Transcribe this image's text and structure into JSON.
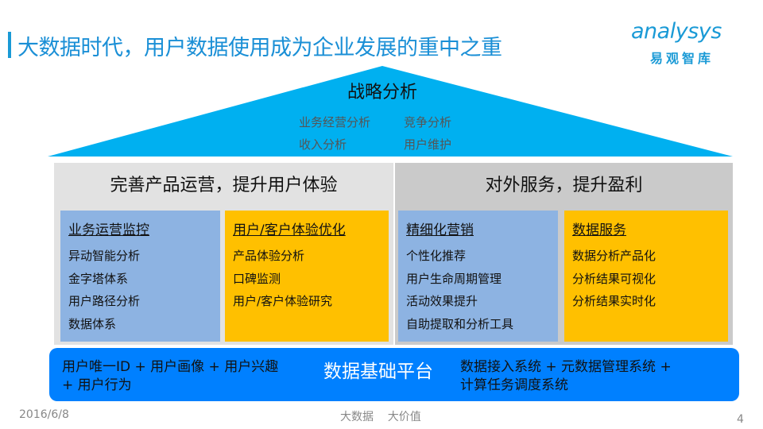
{
  "title": "大数据时代，用户数据使用成为企业发展的重中之重",
  "logo": {
    "en": "analysys",
    "cn": "易观智库"
  },
  "strategy": {
    "title": "战略分析",
    "items": [
      "业务经营分析",
      "竞争分析",
      "收入分析",
      "用户维护"
    ]
  },
  "left_panel": {
    "title": "完善产品运营，提升用户体验",
    "boxes": [
      {
        "title": "业务运营监控",
        "items": [
          "异动智能分析",
          "金字塔体系",
          "用户路径分析",
          "数据体系"
        ]
      },
      {
        "title": "用户/客户体验优化",
        "items": [
          "产品体验分析",
          "口碑监测",
          "用户/客户体验研究"
        ]
      }
    ]
  },
  "right_panel": {
    "title": "对外服务，提升盈利",
    "boxes": [
      {
        "title": "精细化营销",
        "items": [
          "个性化推荐",
          "用户生命周期管理",
          "活动效果提升",
          "自助提取和分析工具"
        ]
      },
      {
        "title": "数据服务",
        "items": [
          "数据分析产品化",
          "分析结果可视化",
          "分析结果实时化"
        ]
      }
    ]
  },
  "base": {
    "title": "数据基础平台",
    "left_line1": "用户唯一ID + 用户画像 + 用户兴趣",
    "left_line2": "+ 用户行为",
    "right_line1": "数据接入系统 + 元数据管理系统  +",
    "right_line2": "计算任务调度系统"
  },
  "footer": {
    "date": "2016/6/8",
    "center": "大数据    大价值",
    "page": "4"
  },
  "colors": {
    "triangle": "#00b0f0",
    "base": "#0080ff",
    "blue_box": "#8db3e2",
    "gold_box": "#ffc000"
  }
}
